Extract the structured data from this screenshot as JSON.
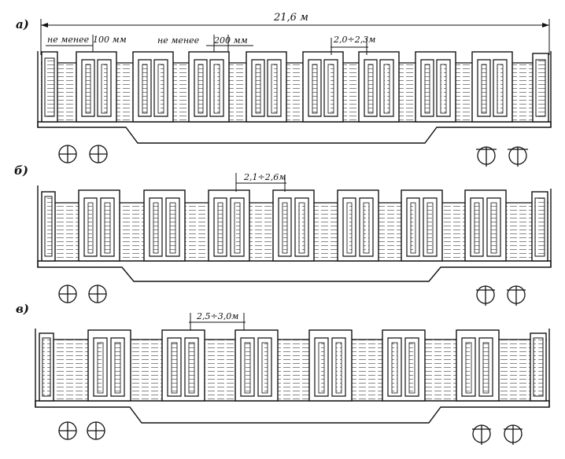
{
  "figure": {
    "colors": {
      "ink": "#111111",
      "paper": "#ffffff",
      "hatch": "#555555"
    },
    "panels": [
      {
        "label": "а)",
        "overall_dim": "21,6 м",
        "annotations": [
          {
            "text": "не менее"
          },
          {
            "text": "100 мм"
          },
          {
            "text": "не менее"
          },
          {
            "text": "200 мм"
          },
          {
            "text": "2,0÷2,3м"
          }
        ],
        "block_count": 8,
        "wheelsets": 4
      },
      {
        "label": "б)",
        "annotations": [
          {
            "text": "2,1÷2,6м"
          }
        ],
        "block_count": 7,
        "wheelsets": 4
      },
      {
        "label": "в)",
        "annotations": [
          {
            "text": "2,5÷3,0м"
          }
        ],
        "block_count": 6,
        "wheelsets": 4
      }
    ]
  }
}
